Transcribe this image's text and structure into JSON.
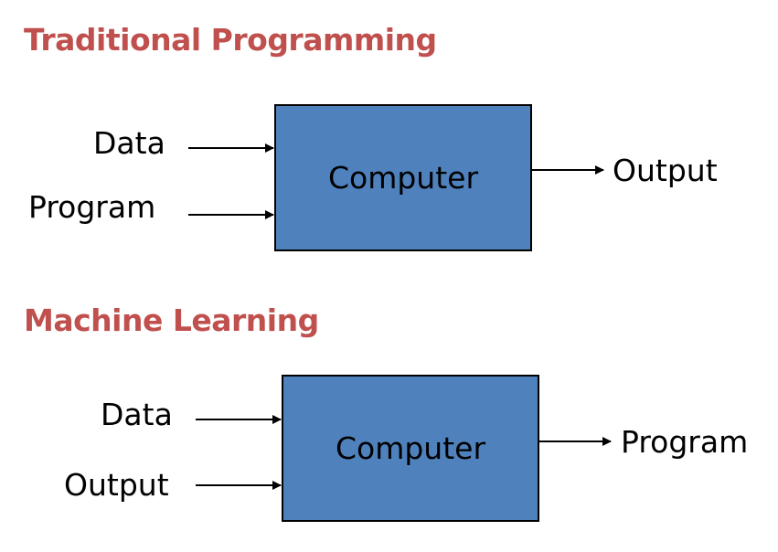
{
  "colors": {
    "title": "#c0504d",
    "box_fill": "#4f81bd",
    "stroke": "#000000",
    "background": "#ffffff"
  },
  "traditional": {
    "title": "Traditional Programming",
    "inputs": [
      "Data",
      "Program"
    ],
    "process": "Computer",
    "output": "Output"
  },
  "ml": {
    "title": "Machine Learning",
    "inputs": [
      "Data",
      "Output"
    ],
    "process": "Computer",
    "output": "Program"
  }
}
